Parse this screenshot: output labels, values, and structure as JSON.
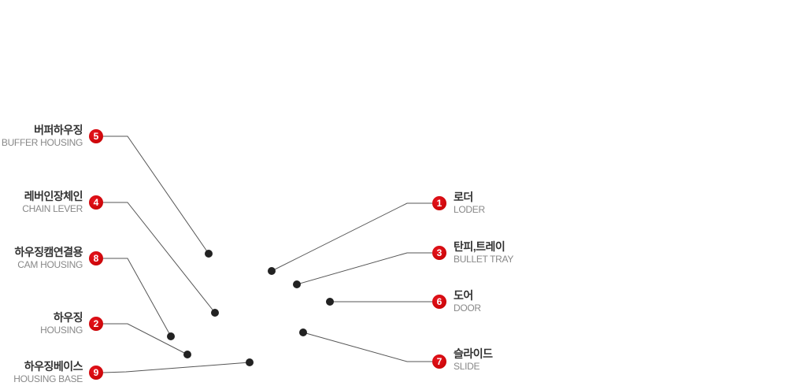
{
  "callouts": [
    {
      "num": "1",
      "ko": "로더",
      "en": "LODER"
    },
    {
      "num": "2",
      "ko": "하우징",
      "en": "HOUSING"
    },
    {
      "num": "3",
      "ko": "탄피,트레이",
      "en": "BULLET TRAY"
    },
    {
      "num": "4",
      "ko": "레버인장체인",
      "en": "CHAIN LEVER"
    },
    {
      "num": "5",
      "ko": "버퍼하우징",
      "en": "BUFFER HOUSING"
    },
    {
      "num": "6",
      "ko": "도어",
      "en": "DOOR"
    },
    {
      "num": "7",
      "ko": "슬라이드",
      "en": "SLIDE"
    },
    {
      "num": "8",
      "ko": "하우징캠연결용",
      "en": "CAM HOUSING"
    },
    {
      "num": "9",
      "ko": "하우징베이스",
      "en": "HOUSING BASE"
    }
  ],
  "colors": {
    "badge": "#c00000",
    "line": "#555555",
    "dot": "#222222"
  }
}
